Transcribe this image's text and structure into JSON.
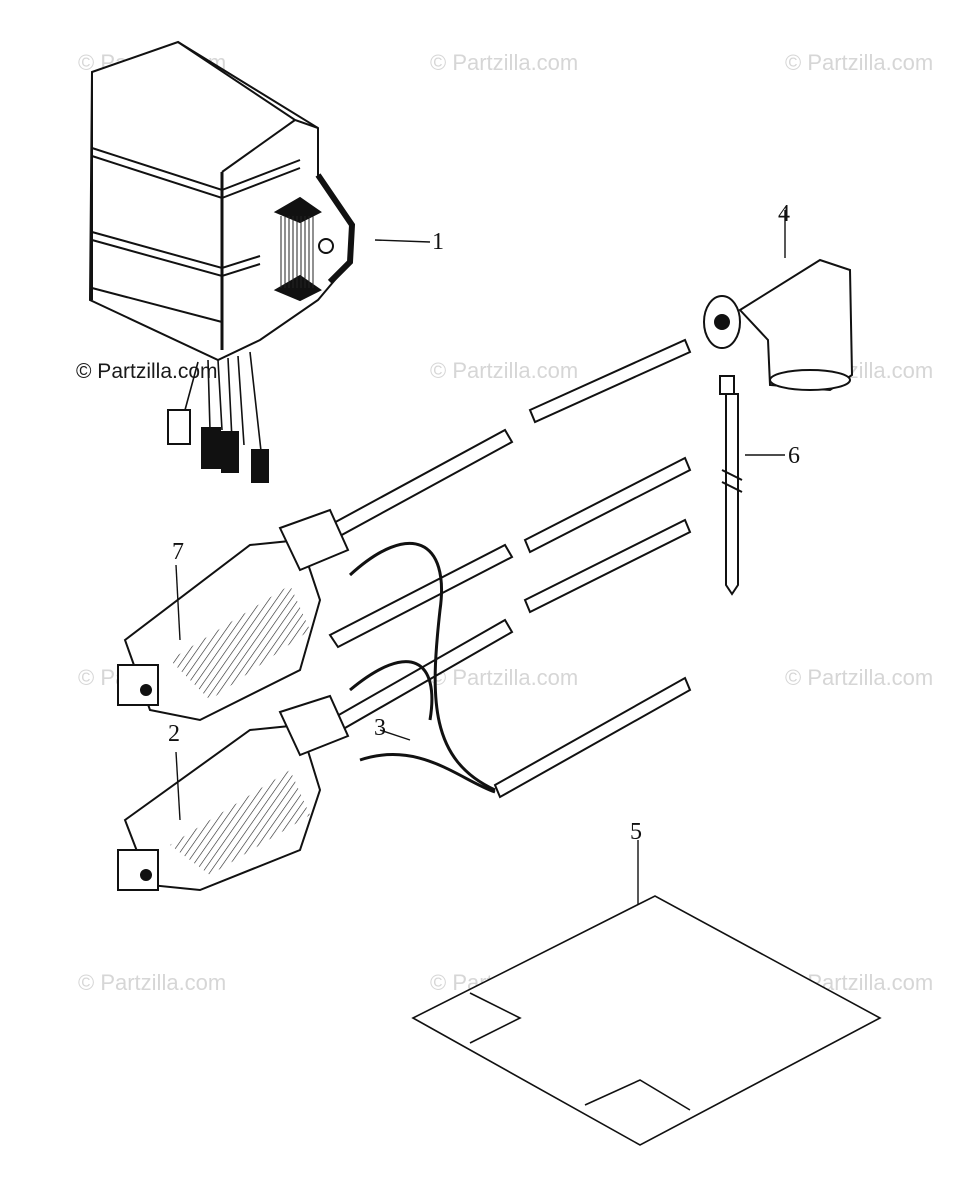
{
  "watermark": "© Partzilla.com",
  "parts": [
    {
      "number": "1"
    },
    {
      "number": "2"
    },
    {
      "number": "3"
    },
    {
      "number": "4"
    },
    {
      "number": "5"
    },
    {
      "number": "6"
    },
    {
      "number": "7"
    }
  ]
}
